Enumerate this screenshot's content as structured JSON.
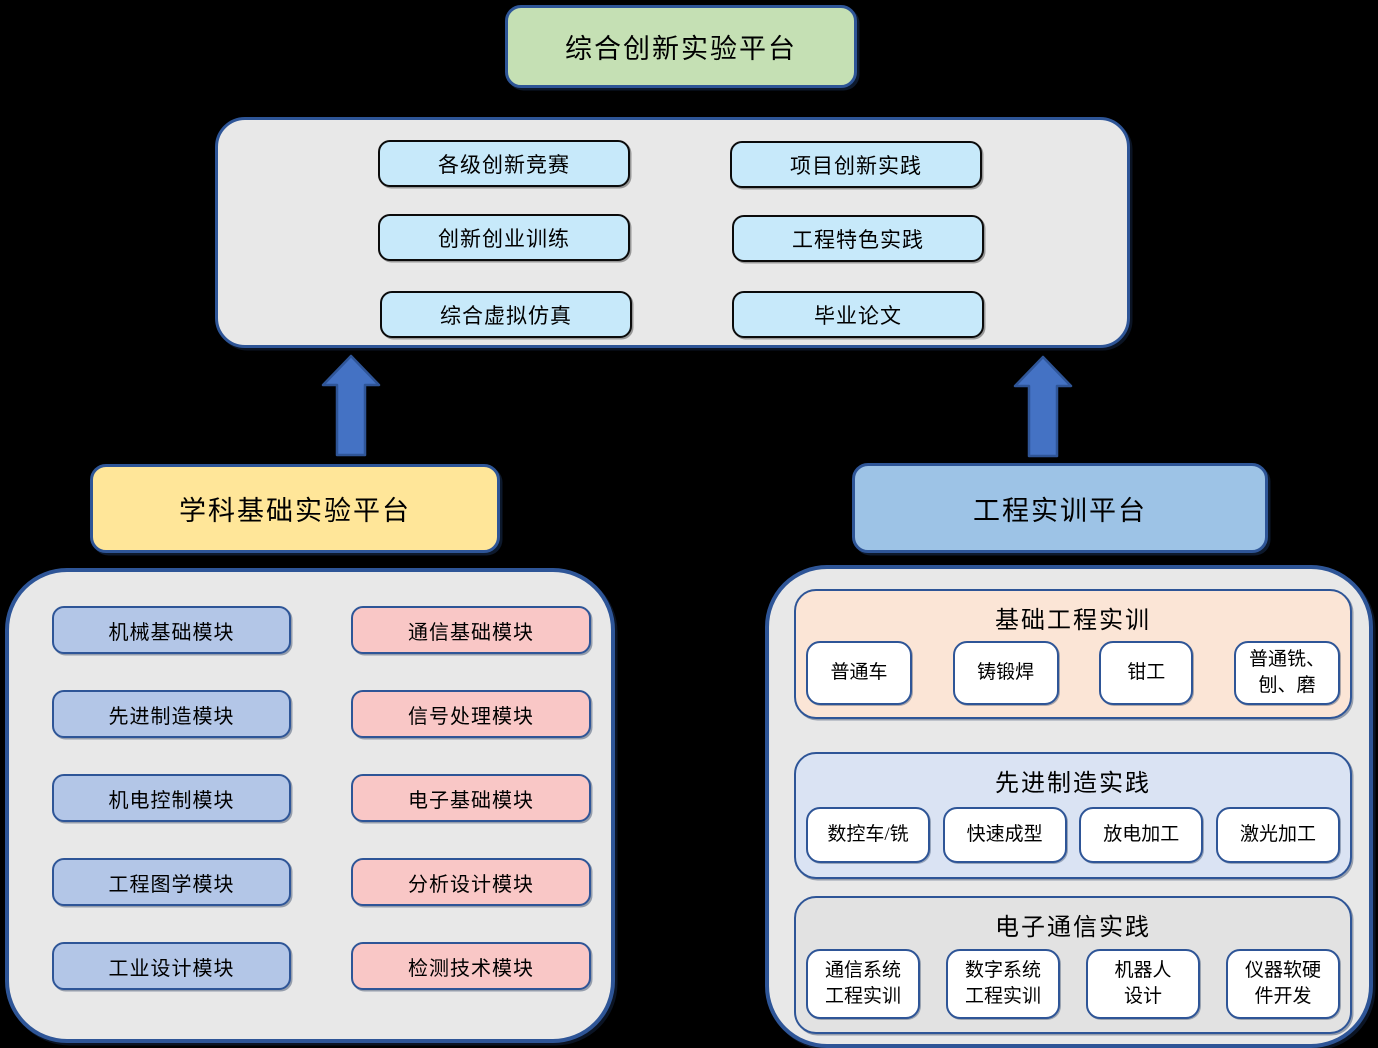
{
  "top_platform": {
    "label": "综合创新实验平台"
  },
  "innovation_box": {
    "items": [
      {
        "label": "各级创新竞赛"
      },
      {
        "label": "项目创新实践"
      },
      {
        "label": "创新创业训练"
      },
      {
        "label": "工程特色实践"
      },
      {
        "label": "综合虚拟仿真"
      },
      {
        "label": "毕业论文"
      }
    ]
  },
  "left_platform": {
    "label": "学科基础实验平台"
  },
  "right_platform": {
    "label": "工程实训平台"
  },
  "discipline_modules": {
    "blue": [
      {
        "label": "机械基础模块"
      },
      {
        "label": "先进制造模块"
      },
      {
        "label": "机电控制模块"
      },
      {
        "label": "工程图学模块"
      },
      {
        "label": "工业设计模块"
      }
    ],
    "pink": [
      {
        "label": "通信基础模块"
      },
      {
        "label": "信号处理模块"
      },
      {
        "label": "电子基础模块"
      },
      {
        "label": "分析设计模块"
      },
      {
        "label": "检测技术模块"
      }
    ]
  },
  "training_sections": [
    {
      "title": "基础工程实训",
      "items": [
        {
          "label": "普通车"
        },
        {
          "label": "铸锻焊"
        },
        {
          "label": "钳工"
        },
        {
          "label": "普通铣、\n刨、磨"
        }
      ]
    },
    {
      "title": "先进制造实践",
      "items": [
        {
          "label": "数控车/铣"
        },
        {
          "label": "快速成型"
        },
        {
          "label": "放电加工"
        },
        {
          "label": "激光加工"
        }
      ]
    },
    {
      "title": "电子通信实践",
      "items": [
        {
          "label": "通信系统\n工程实训"
        },
        {
          "label": "数字系统\n工程实训"
        },
        {
          "label": "机器人\n设计"
        },
        {
          "label": "仪器软硬\n件开发"
        }
      ]
    }
  ],
  "colors": {
    "background": "#000000",
    "top_platform_fill": "#C5E0B4",
    "innovation_item_fill": "#C7E9FA",
    "left_platform_fill": "#FFE699",
    "right_platform_fill": "#9DC3E6",
    "blue_module_fill": "#B3C6E7",
    "pink_module_fill": "#F9C7C6",
    "basic_training_fill": "#FBE5D6",
    "advanced_mfg_fill": "#DAE3F3",
    "electronic_comm_fill": "#E2E2E2",
    "container_fill": "#E8E8E8",
    "border_blue": "#2E5597",
    "box_border_black": "#0B0B0B",
    "arrow_fill": "#4472C4",
    "arrow_stroke": "#2F5597"
  }
}
